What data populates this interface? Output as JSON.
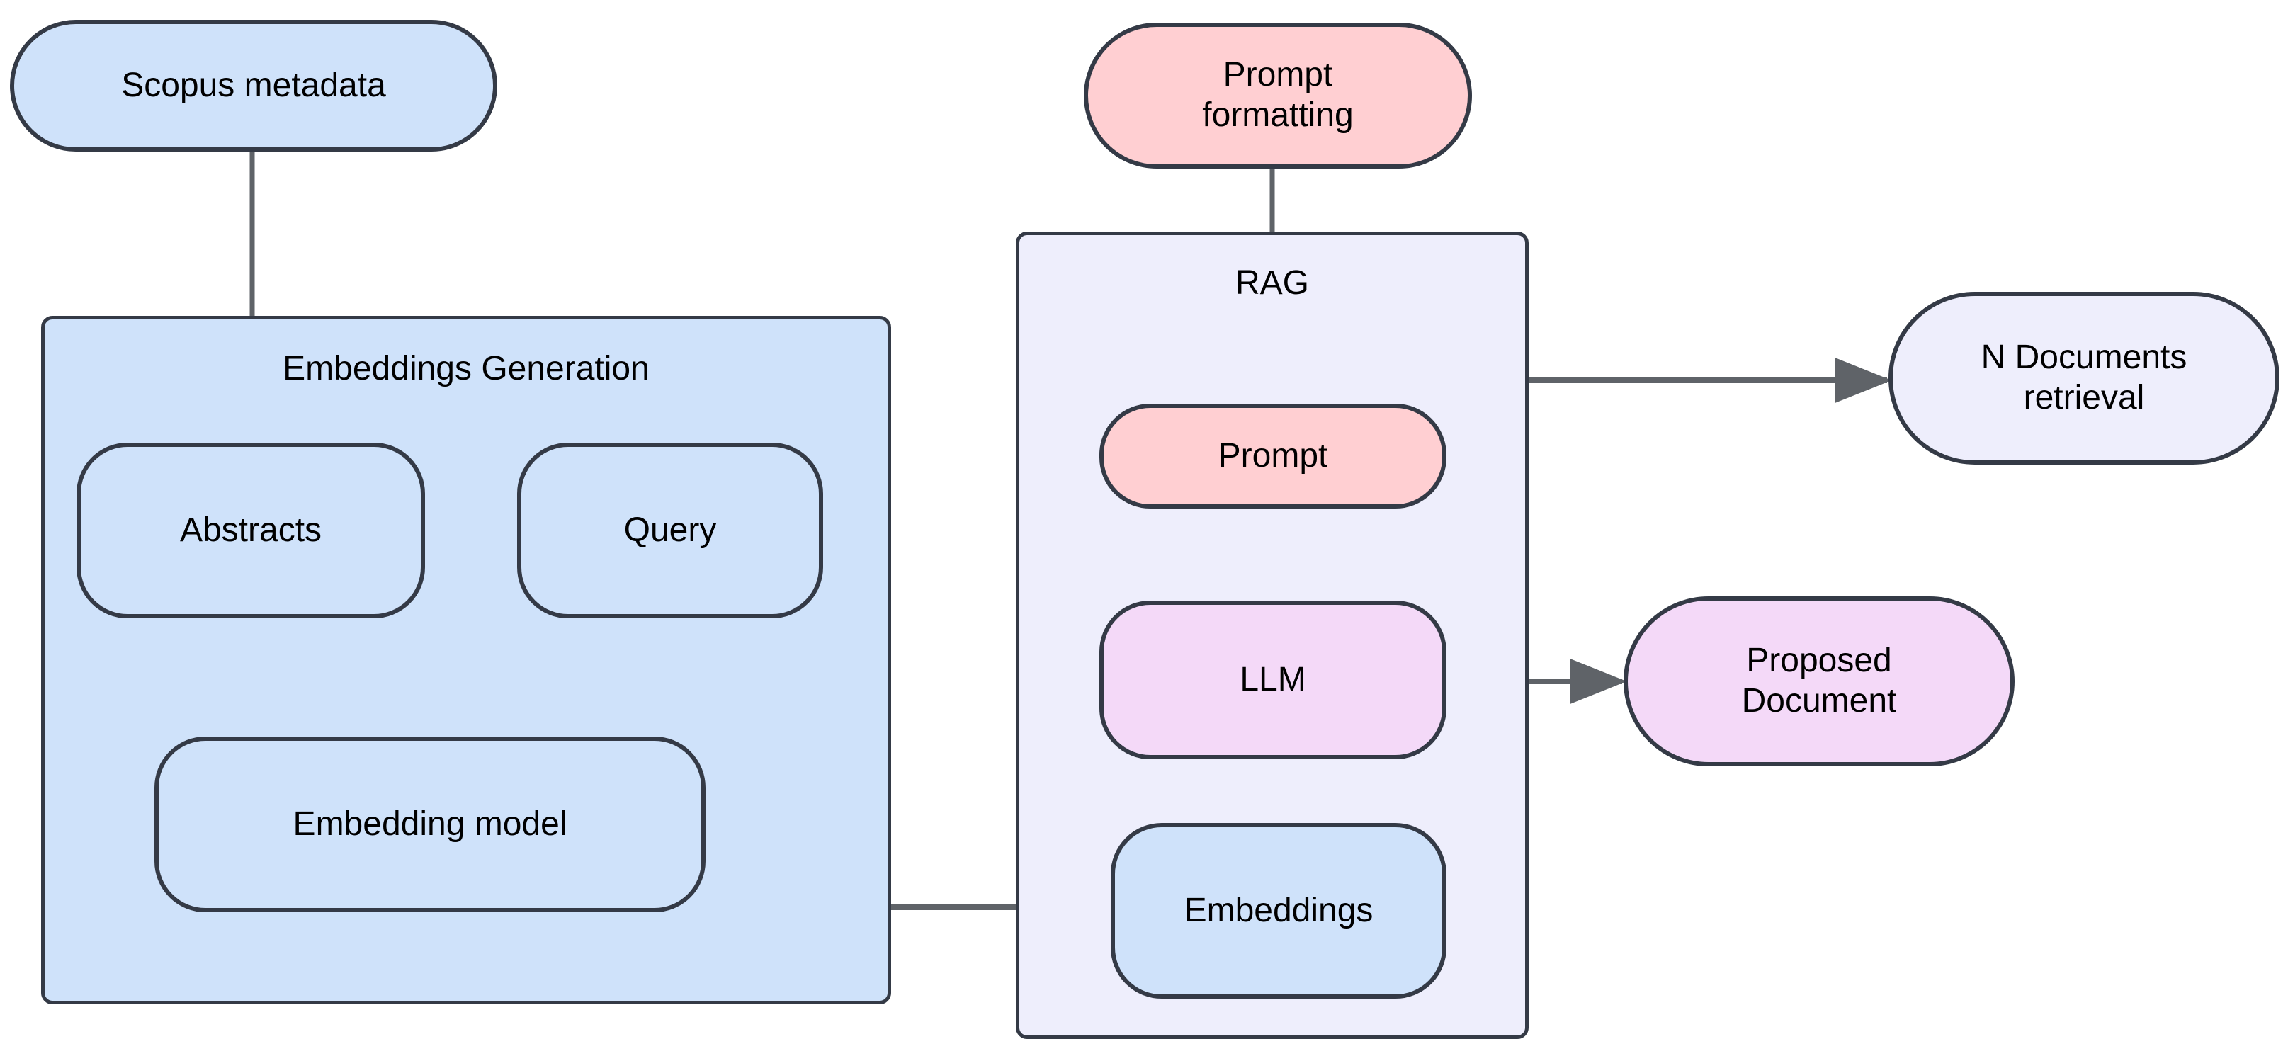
{
  "diagram": {
    "title_text": "",
    "background": "#ffffff",
    "colors": {
      "node_border": "#343a46",
      "edge_stroke": "#5f6368",
      "fill_blue": "#cfe2fa",
      "fill_pink": "#ffcfd2",
      "fill_purple": "#f4d9f8",
      "fill_lavender": "#eeeefc"
    },
    "groups": [
      {
        "id": "embeddings-generation",
        "label": "Embeddings Generation",
        "fill": "#cfe2fa"
      },
      {
        "id": "rag",
        "label": "RAG",
        "fill": "#eeeefc"
      }
    ],
    "nodes": [
      {
        "id": "scopus-metadata",
        "label": "Scopus metadata",
        "fill": "#cfe2fa"
      },
      {
        "id": "abstracts",
        "label": "Abstracts",
        "fill": "#cfe2fa"
      },
      {
        "id": "query",
        "label": "Query",
        "fill": "#cfe2fa"
      },
      {
        "id": "embedding-model",
        "label": "Embedding model",
        "fill": "#cfe2fa"
      },
      {
        "id": "prompt-formatting",
        "label": "Prompt\nformatting",
        "fill": "#ffcfd2"
      },
      {
        "id": "prompt",
        "label": "Prompt",
        "fill": "#ffcfd2"
      },
      {
        "id": "llm",
        "label": "LLM",
        "fill": "#f4d9f8"
      },
      {
        "id": "embeddings",
        "label": "Embeddings",
        "fill": "#cfe2fa"
      },
      {
        "id": "n-documents",
        "label": "N Documents\nretrieval",
        "fill": "#eeeefc"
      },
      {
        "id": "proposed-document",
        "label": "Proposed\nDocument",
        "fill": "#f4d9f8"
      }
    ],
    "node_labels": {
      "scopus_metadata": "Scopus metadata",
      "abstracts": "Abstracts",
      "query": "Query",
      "embedding_model": "Embedding model",
      "prompt_formatting_line1": "Prompt",
      "prompt_formatting_line2": "formatting",
      "prompt": "Prompt",
      "llm": "LLM",
      "embeddings": "Embeddings",
      "n_documents_line1": "N Documents",
      "n_documents_line2": "retrieval",
      "proposed_document_line1": "Proposed",
      "proposed_document_line2": "Document",
      "group_embeddings_generation": "Embeddings Generation",
      "group_rag": "RAG"
    },
    "edges": [
      {
        "from": "scopus-metadata",
        "to": "abstracts",
        "arrow": true
      },
      {
        "from": "abstracts",
        "to": "embedding-model",
        "arrow": true
      },
      {
        "from": "query",
        "to": "embedding-model",
        "arrow": true
      },
      {
        "from": "prompt-formatting",
        "to": "prompt",
        "arrow": true
      },
      {
        "from": "embedding-model",
        "to": "embeddings",
        "arrow": true
      },
      {
        "from": "rag",
        "to": "n-documents",
        "arrow": true
      },
      {
        "from": "llm",
        "to": "proposed-document",
        "arrow": true
      }
    ]
  }
}
